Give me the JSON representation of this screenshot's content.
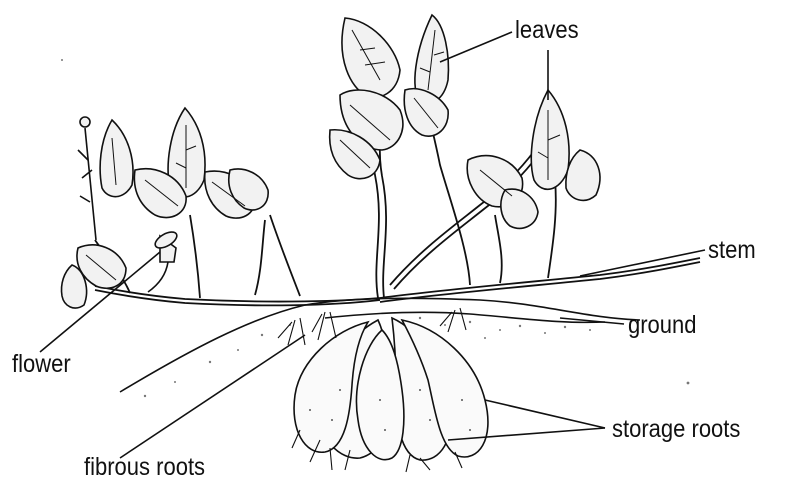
{
  "labels": {
    "leaves": "leaves",
    "stem": "stem",
    "ground": "ground",
    "flower": "flower",
    "storage_roots": "storage roots",
    "fibrous_roots": "fibrous roots"
  },
  "colors": {
    "ink": "#111111",
    "leaf_fill": "#f2f2f2",
    "root_fill": "#fafafa",
    "soil_dots": "#777777"
  }
}
